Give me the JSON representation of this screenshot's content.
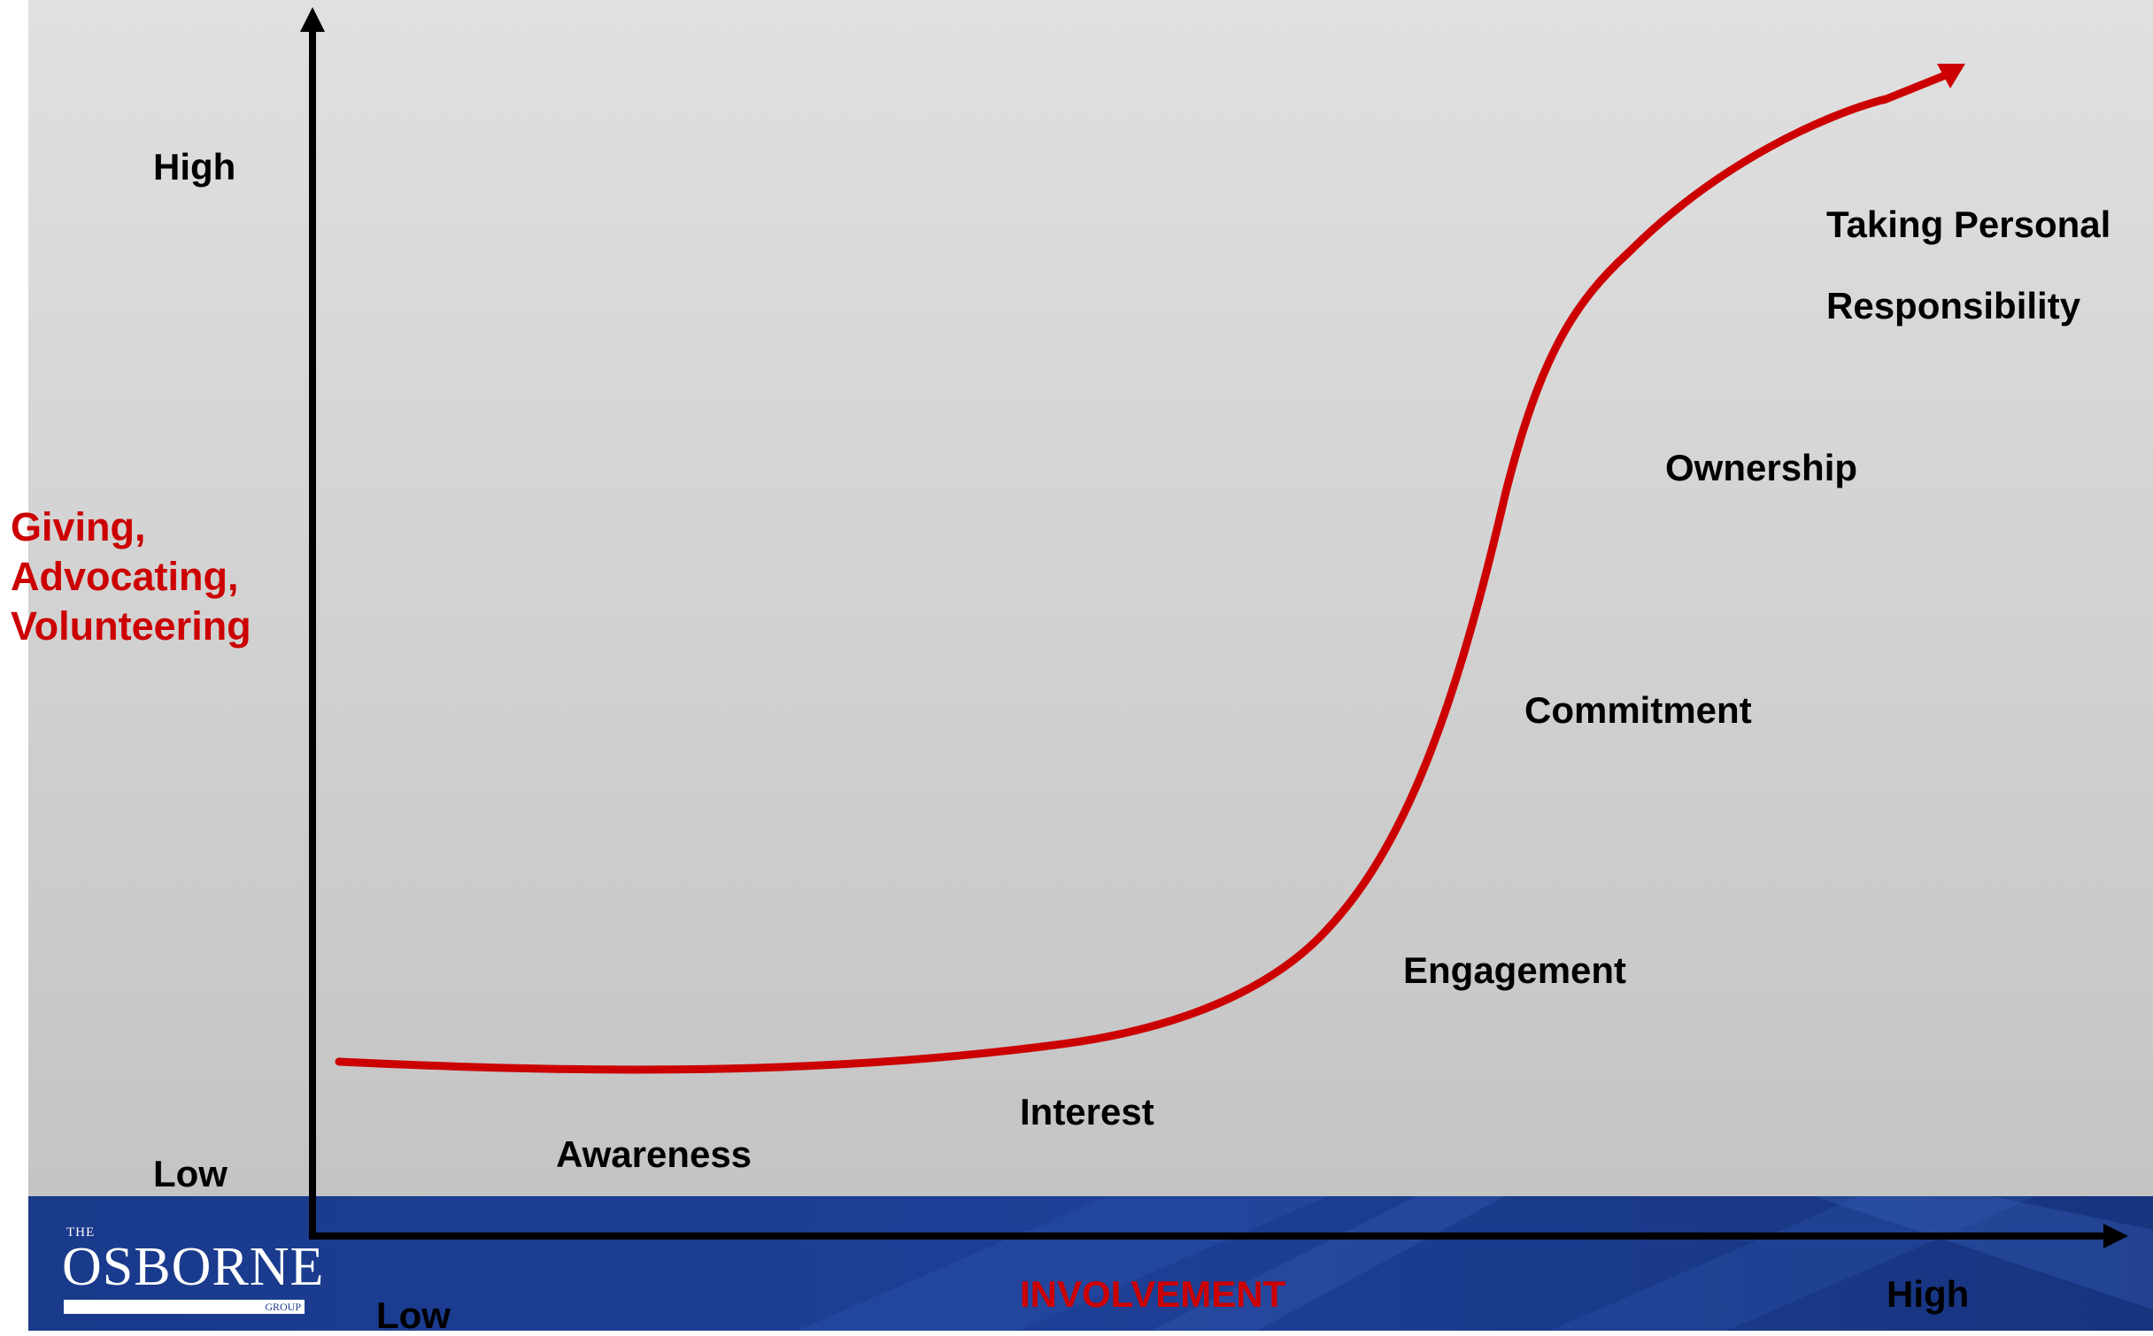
{
  "diagram": {
    "y_axis": {
      "title_lines": [
        "Giving,",
        "Advocating,",
        "Volunteering"
      ],
      "high_label": "High",
      "low_label": "Low"
    },
    "x_axis": {
      "title": "INVOLVEMENT",
      "low_label": "Low",
      "high_label": "High"
    },
    "stages": {
      "awareness": "Awareness",
      "interest": "Interest",
      "engagement": "Engagement",
      "commitment": "Commitment",
      "ownership": "Ownership",
      "taking_lines": [
        "Taking Personal",
        "Responsibility"
      ]
    },
    "curve_shape": "s-curve"
  },
  "logo": {
    "the": "THE",
    "name": "OSBORNE",
    "group": "GROUP"
  },
  "colors": {
    "accent_red": "#cc0000",
    "footer_blue": "#1a3a8c",
    "axis": "#000000",
    "background_top": "#e0e0e0",
    "background_bottom": "#c5c5c5"
  }
}
